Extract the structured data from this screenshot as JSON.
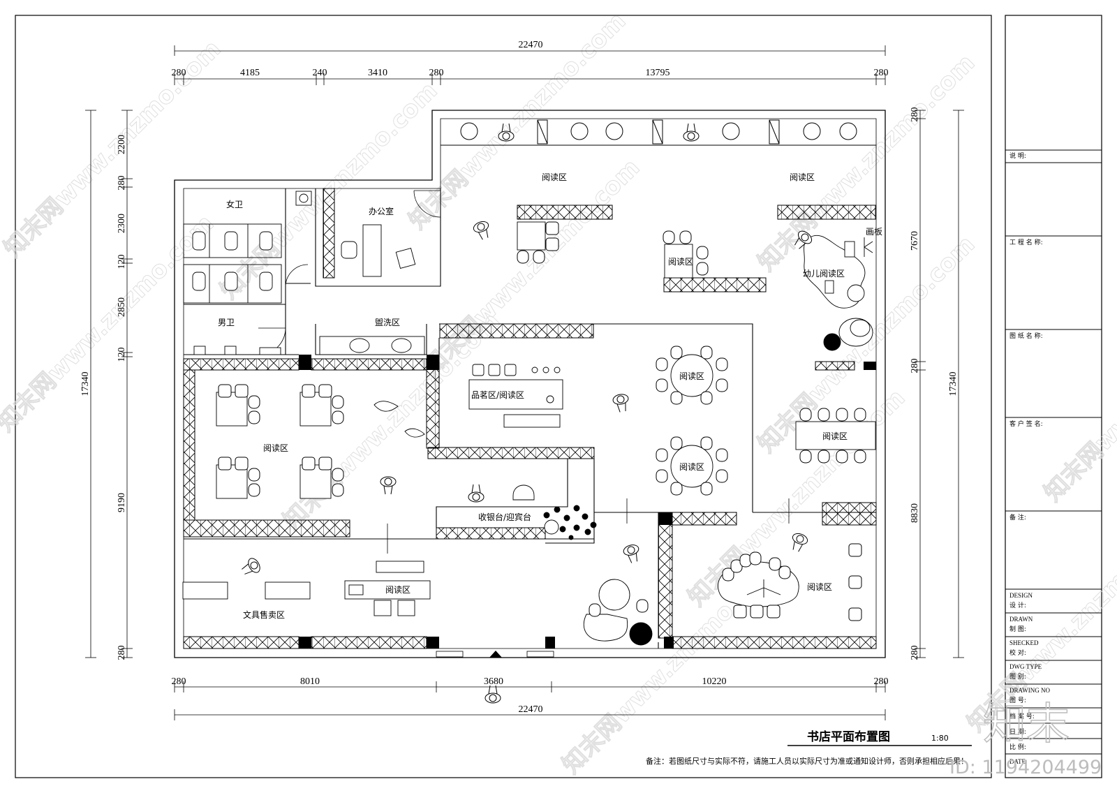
{
  "drawing": {
    "title": "书店平面布置图",
    "scale": "1:80",
    "note": "备注：若图纸尺寸与实际不符，请施工人员以实际尺寸为准或通知设计师，否则承担相应后果！"
  },
  "dimensions": {
    "top_total": "22470",
    "top_segments": [
      "280",
      "4185",
      "240",
      "3410",
      "280",
      "13795",
      "280"
    ],
    "bottom_segments": [
      "280",
      "8010",
      "3680",
      "10220",
      "280"
    ],
    "bottom_total": "22470",
    "left_total": "17340",
    "left_segments": [
      "2200",
      "280",
      "2300",
      "120",
      "2850",
      "120",
      "9190",
      "280"
    ],
    "right_total": "17340",
    "right_segments": [
      "280",
      "7670",
      "280",
      "8830",
      "280"
    ]
  },
  "rooms": {
    "womens_wc": "女卫",
    "mens_wc": "男卫",
    "office": "办公室",
    "washroom": "盥洗区",
    "reading_top_left": "阅读区",
    "reading_top_right": "阅读区",
    "reading_center": "阅读区",
    "kids_reading": "幼儿阅读区",
    "tea_reading": "品茗区/阅读区",
    "round_table_1": "阅读区",
    "round_table_2": "阅读区",
    "reading_left": "阅读区",
    "long_table": "阅读区",
    "cashier": "收银台/迎宾台",
    "reading_lower_right": "阅读区",
    "stationery_table": "阅读区",
    "stationery": "文具售卖区",
    "blackboard": "画板"
  },
  "title_block": {
    "notes": "说 明:",
    "project_name": "工 程 名 称:",
    "drawing_name": "图 纸 名 称:",
    "client_sign": "客 户 签 名:",
    "remarks": "备 注:",
    "design_en": "DESIGN",
    "design_cn": "设    计:",
    "drawn_en": "DRAWN",
    "drawn_cn": "制    图:",
    "checked_en": "SHECKED",
    "checked_cn": "校    对:",
    "dwg_type_en": "DWG TYPE",
    "dwg_type_cn": "图    别:",
    "drawing_no_en": "DRAWING NO",
    "drawing_no_cn": "图    号:",
    "version": "档 案 号:",
    "date": "日    期:",
    "ratio": "比    例:",
    "date_en": "DATE"
  },
  "watermark": {
    "text": "知末网www.znzmo.com",
    "logo": "知末",
    "id": "ID: 1194204499"
  }
}
